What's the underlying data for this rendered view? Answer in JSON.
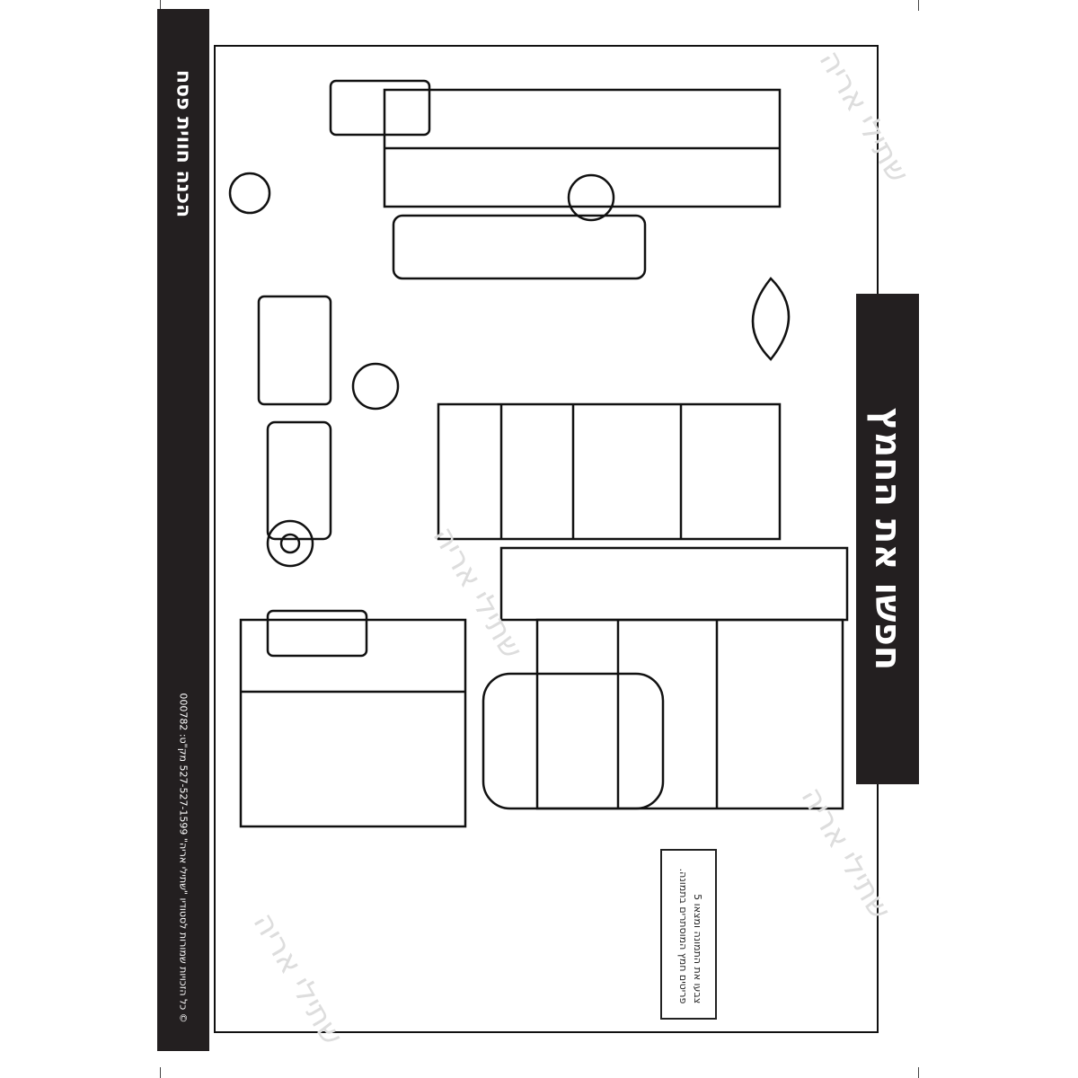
{
  "sidebar": {
    "title": "הכנה חווית פסח",
    "footer": "© כל הזכויות שמורות לסטודיו \"שתילי אריה\" 527-527-1599 מק\"ט: 000782"
  },
  "main": {
    "title": "חפשו את החמץ",
    "instructions": [
      "צבעו את התמונה ומצאו 5",
      "פריטים חמץ המוסתרים בתמונה."
    ]
  },
  "watermark": "שתילי אריה"
}
